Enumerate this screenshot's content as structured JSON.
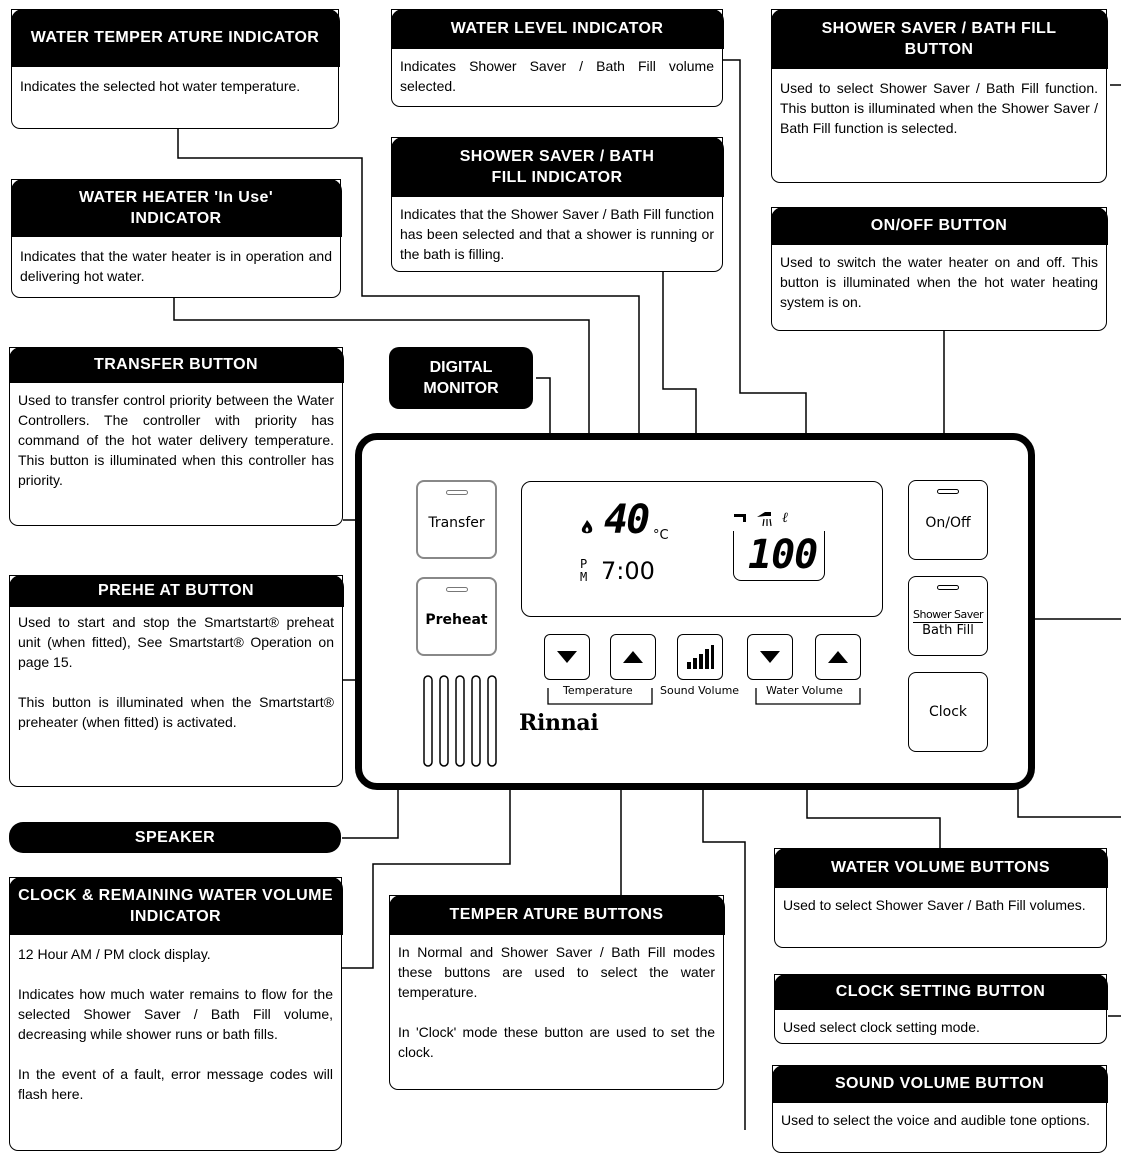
{
  "callouts": {
    "water_temp": {
      "title": "WATER TEMPER ATURE INDICATOR",
      "text": "Indicates the selected hot water temperature."
    },
    "water_level": {
      "title": "WATER LEVEL INDICATOR",
      "text": "Indicates Shower Saver / Bath Fill volume selected."
    },
    "shower_button": {
      "title": "SHOWER SAVER / BATH FILL BUTTON",
      "text": "Used to select Shower Saver / Bath Fill function. This button is illuminated when the Shower Saver / Bath Fill function is selected."
    },
    "shower_indicator": {
      "title": "SHOWER SAVER / BATH FILL INDICATOR",
      "text": "Indicates that the Shower Saver / Bath Fill function has been selected and that a shower is running or the bath is filling."
    },
    "in_use": {
      "title": "WATER HEATER 'In Use' INDICATOR",
      "text": "Indicates that the water heater is in operation and delivering hot water."
    },
    "onoff": {
      "title": "ON/OFF BUTTON",
      "text": "Used to switch the water heater on and off. This button is illuminated when the hot water heating system is on."
    },
    "transfer": {
      "title": "TRANSFER BUTTON",
      "text": "Used to transfer control priority between the Water Controllers. The controller with priority has command of the hot water delivery temperature. This button is illuminated when this controller has priority."
    },
    "preheat": {
      "title": "PREHE AT BUTTON",
      "text": "Used to start and stop the Smartstart® preheat unit (when fitted), See Smartstart® Operation on page 15.",
      "text2": "This button is illuminated when the Smartstart® preheater (when fitted) is activated."
    },
    "clock_remaining": {
      "title": "CLOCK & REMAINING WATER VOLUME INDICATOR",
      "text": "12 Hour AM / PM clock display.",
      "text2": "Indicates how much water remains to flow for the selected Shower Saver / Bath Fill volume, decreasing while shower runs or bath fills.",
      "text3": "In the event of a fault, error message codes will flash here."
    },
    "temp_buttons": {
      "title": "TEMPER ATURE BUTTONS",
      "text": "In Normal and Shower Saver / Bath Fill modes these buttons are used to select the water temperature.",
      "text2": "In 'Clock' mode these button are used to set the clock."
    },
    "water_volume": {
      "title": "WATER VOLUME BUTTONS",
      "text": "Used to select Shower Saver / Bath Fill volumes."
    },
    "clock_setting": {
      "title": "CLOCK SETTING BUTTON",
      "text": "Used select clock setting mode."
    },
    "sound_volume": {
      "title": "SOUND VOLUME BUTTON",
      "text": "Used to select the voice and audible tone options."
    }
  },
  "labels": {
    "digital_monitor": "DIGITAL MONITOR",
    "speaker": "SPEAKER"
  },
  "panel": {
    "brand": "Rinnai",
    "transfer": "Transfer",
    "preheat": "Preheat",
    "onoff": "On/Off",
    "shower_saver": "Shower Saver",
    "bath_fill": "Bath Fill",
    "clock": "Clock",
    "temperature_label": "Temperature",
    "sound_volume_label": "Sound Volume",
    "water_volume_label": "Water Volume",
    "display": {
      "temp": "40",
      "temp_unit": "°C",
      "pm_p": "P",
      "pm_m": "M",
      "time": "7:00",
      "volume": "100",
      "volume_unit": "ℓ"
    }
  }
}
